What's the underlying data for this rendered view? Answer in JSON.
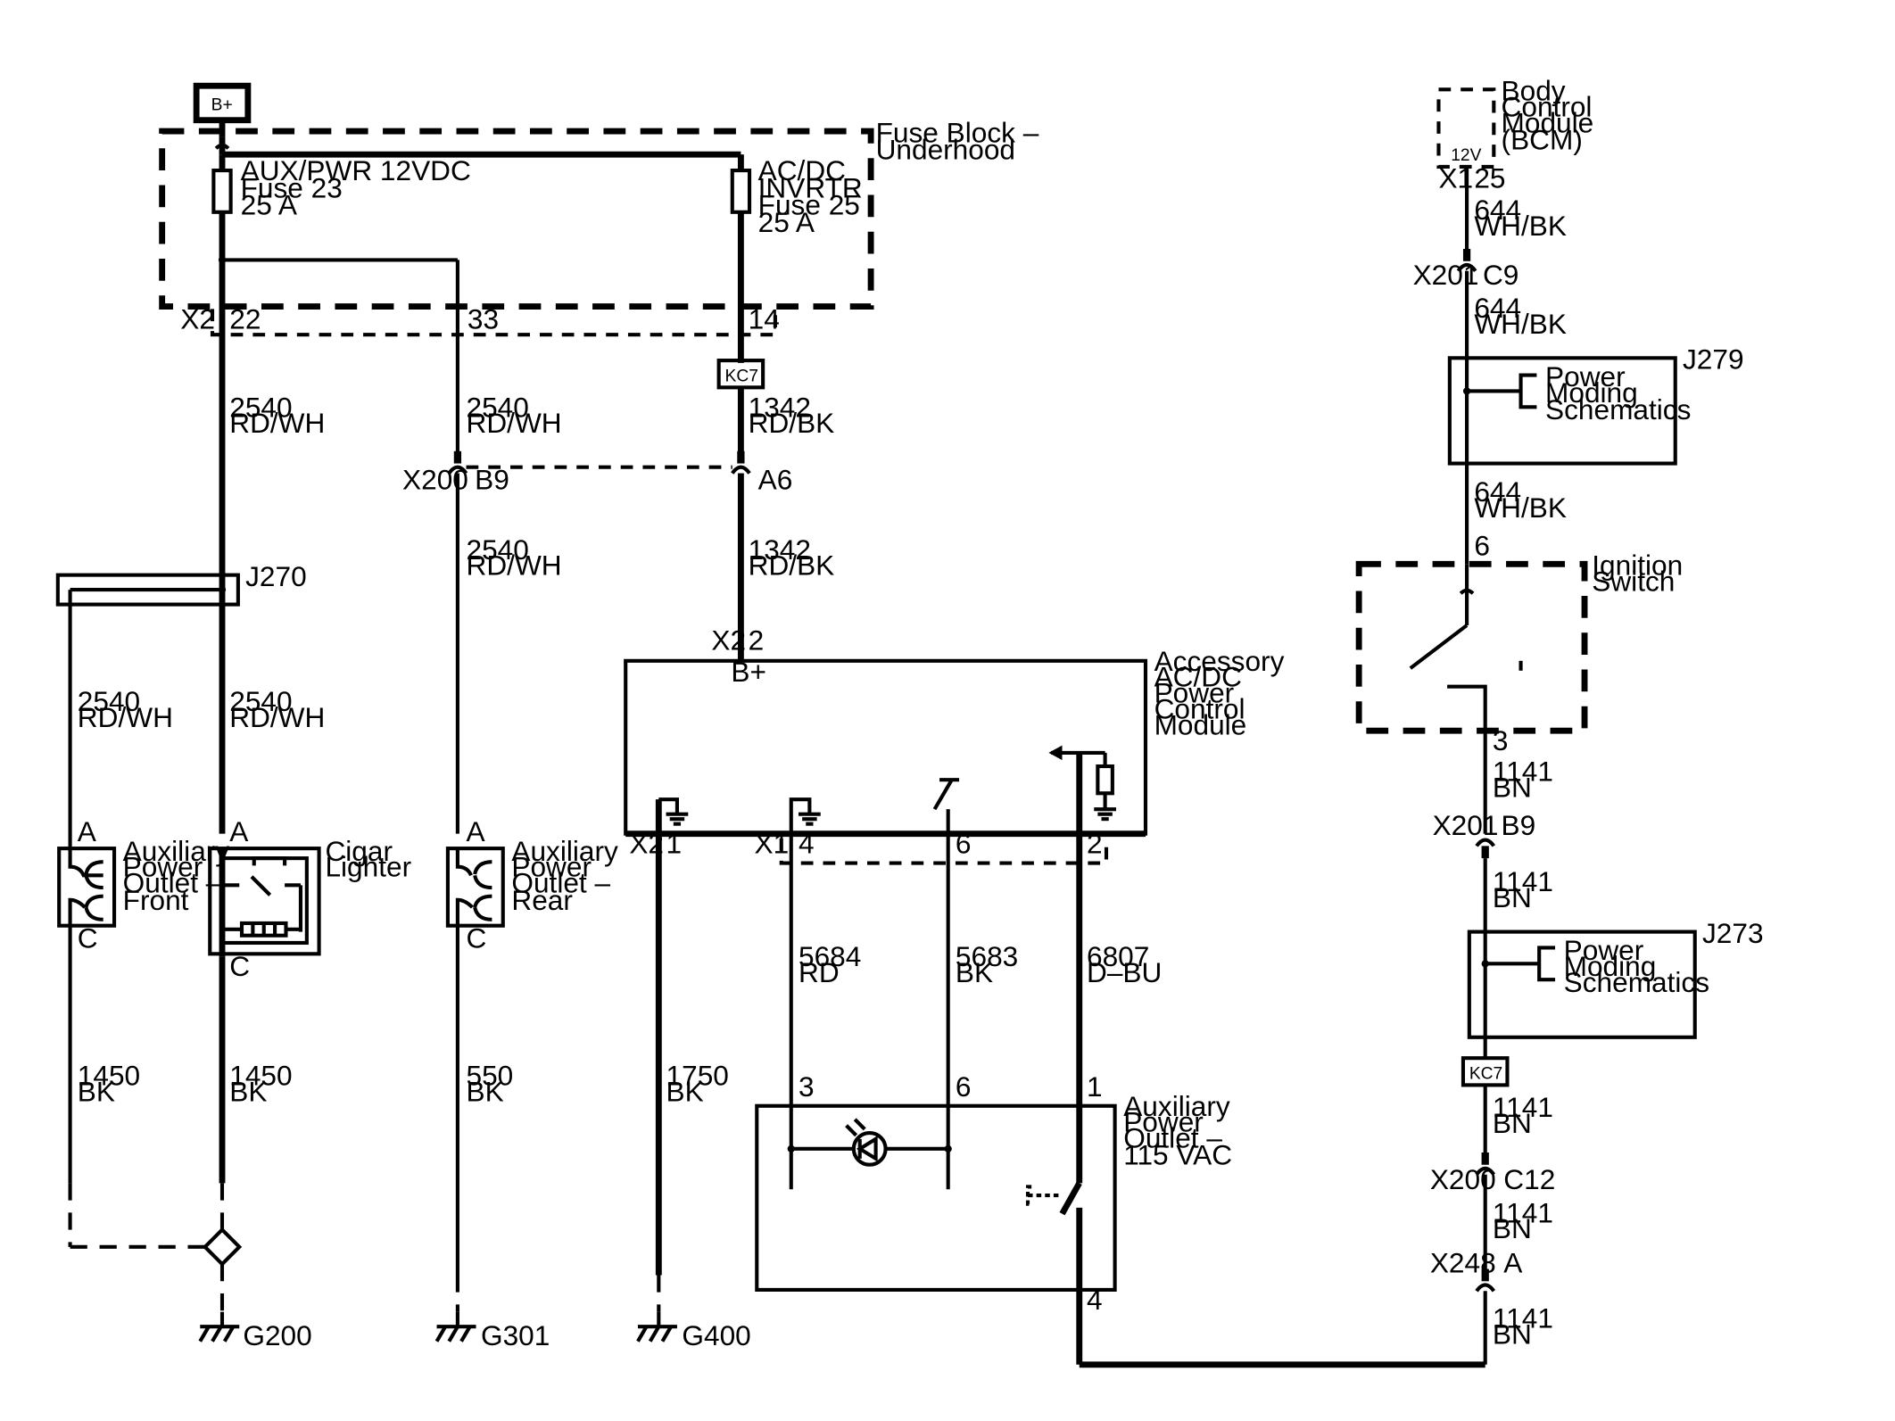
{
  "battery": {
    "label": "B+"
  },
  "fuse_block": {
    "title_l1": "Fuse Block –",
    "title_l2": "Underhood",
    "connector": "X2"
  },
  "fuse23": {
    "l1": "AUX/PWR 12VDC",
    "l2": "Fuse 23",
    "l3": "25 A"
  },
  "fuse25": {
    "l1": "AC/DC",
    "l2": "INVRTR",
    "l3": "Fuse 25",
    "l4": "25 A"
  },
  "fb_pins": {
    "p22": "22",
    "p33": "33",
    "p14": "14"
  },
  "kc7_top": "KC7",
  "kc7_bottom": "KC7",
  "wires": {
    "w2540_n": "2540",
    "w2540_c": "RD/WH",
    "w1342_n": "1342",
    "w1342_c": "RD/BK",
    "w1450_n": "1450",
    "w550_n": "550",
    "w1750_n": "1750",
    "bk": "BK",
    "w5684_n": "5684",
    "w5684_c": "RD",
    "w5683_n": "5683",
    "w6807_n": "6807",
    "w6807_c": "D–BU",
    "w644_n": "644",
    "w644_c": "WH/BK",
    "w1141_n": "1141",
    "w1141_c": "BN"
  },
  "x200": {
    "name": "X200",
    "b9": "B9",
    "a6": "A6",
    "c12": "C12"
  },
  "x201": {
    "name": "X201",
    "c9": "C9",
    "b9": "B9"
  },
  "x248": {
    "name": "X248",
    "a": "A"
  },
  "j270": "J270",
  "outlet_front": {
    "l1": "Auxiliary",
    "l2": "Power",
    "l3": "Outlet –",
    "l4": "Front"
  },
  "cigar": {
    "l1": "Cigar",
    "l2": "Lighter"
  },
  "outlet_rear": {
    "l1": "Auxiliary",
    "l2": "Power",
    "l3": "Outlet –",
    "l4": "Rear"
  },
  "pins": {
    "a": "A",
    "c": "C"
  },
  "grounds": {
    "g200": "G200",
    "g301": "G301",
    "g400": "G400"
  },
  "module": {
    "l1": "Accessory",
    "l2": "AC/DC",
    "l3": "Power",
    "l4": "Control",
    "l5": "Module",
    "bplus": "B+",
    "x2": "X2",
    "x1": "X1",
    "p1": "1",
    "p2": "2",
    "p4": "4",
    "p6": "6"
  },
  "outlet115": {
    "l1": "Auxiliary",
    "l2": "Power",
    "l3": "Outlet –",
    "l4": "115 VAC",
    "p1": "1",
    "p3": "3",
    "p4": "4",
    "p6": "6"
  },
  "bcm": {
    "l1": "Body",
    "l2": "Control",
    "l3": "Module",
    "l4": "(BCM)",
    "v": "12V",
    "x1": "X1",
    "p25": "25"
  },
  "j279": {
    "name": "J279",
    "l1": "Power",
    "l2": "Moding",
    "l3": "Schematics"
  },
  "ignition": {
    "l1": "Ignition",
    "l2": "Switch",
    "p6": "6",
    "p3": "3"
  },
  "j273": {
    "name": "J273",
    "l1": "Power",
    "l2": "Moding",
    "l3": "Schematics"
  }
}
